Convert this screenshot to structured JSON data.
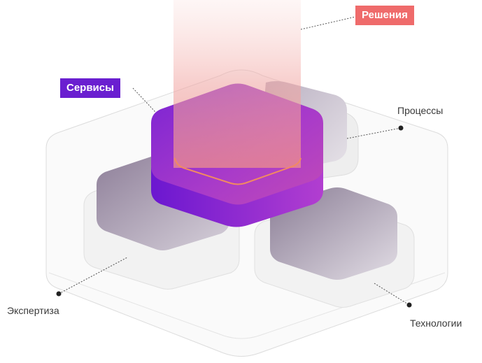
{
  "labels": {
    "solutions": "Решения",
    "services": "Сервисы",
    "processes": "Процессы",
    "expertise": "Экспертиза",
    "technologies": "Технологии"
  },
  "colors": {
    "solutions_tag": "#ef6b6b",
    "services_tag": "#6a1fd0",
    "central_top": "#a23ad2",
    "central_side": "#8b25d6",
    "beam": "#f3b0ae",
    "gray_hex": "#9a8aa3",
    "outline": "#d8d8d8",
    "connector_dot": "#222222"
  }
}
